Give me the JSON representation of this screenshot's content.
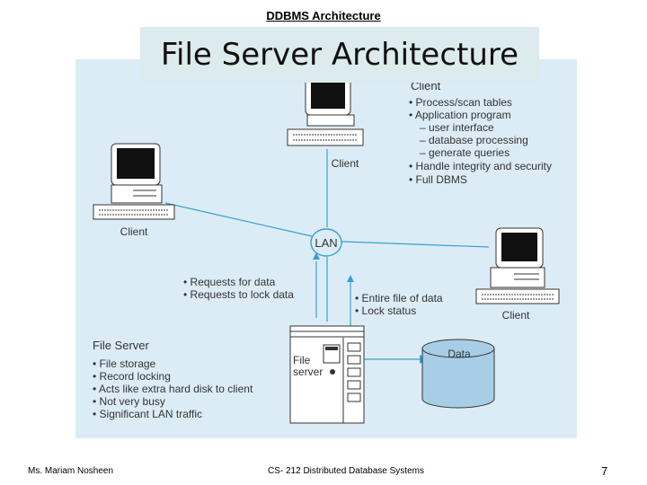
{
  "slide": {
    "header": "DDBMS Architecture",
    "title": "File Server Architecture",
    "footer_author": "Ms. Mariam Nosheen",
    "footer_course": "CS- 212 Distributed Database Systems",
    "page_number": "7"
  },
  "diagram": {
    "client_top_label": "Client",
    "client_left_label": "Client",
    "client_right_label": "Client",
    "lan_label": "LAN",
    "client_box_title": "Client",
    "client_items": [
      "• Process/scan tables",
      "• Application program",
      "– user interface",
      "– database processing",
      "– generate queries",
      "• Handle integrity and security",
      "• Full DBMS"
    ],
    "requests_items": [
      "• Requests for data",
      "• Requests to lock data"
    ],
    "response_items": [
      "• Entire file of data",
      "• Lock status"
    ],
    "file_server_title": "File Server",
    "file_server_items": [
      "• File storage",
      "• Record locking",
      "• Acts like extra hard disk to client",
      "• Not very busy",
      "• Significant LAN traffic"
    ],
    "server_label_1": "File",
    "server_label_2": "server",
    "data_label": "Data",
    "colors": {
      "background": "#dcecf6",
      "title_bg": "#dcebee",
      "link": "#3a9fd0",
      "monitor_dark": "#111111"
    }
  }
}
